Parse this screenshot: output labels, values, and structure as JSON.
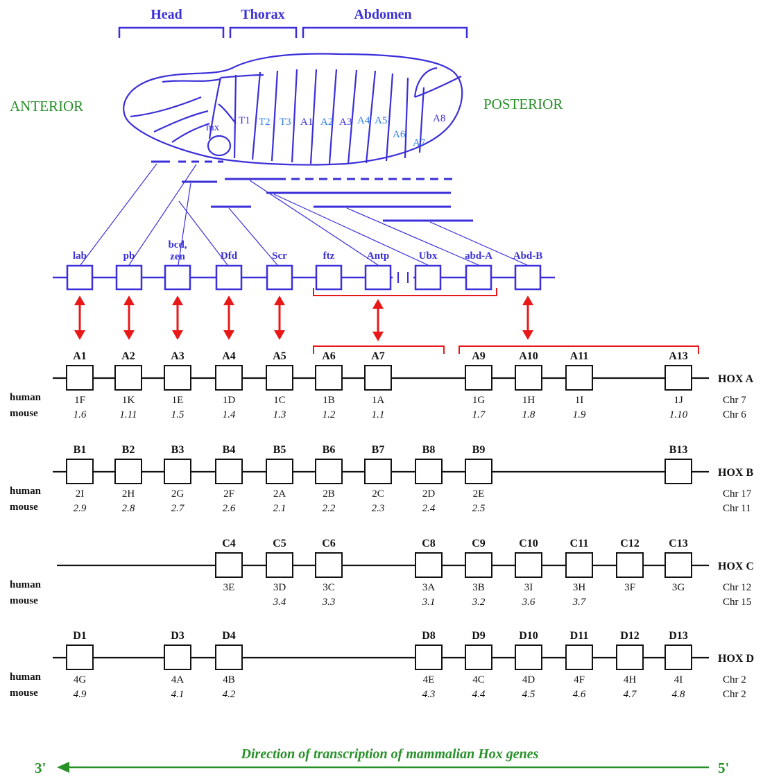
{
  "regions": {
    "head": "Head",
    "thorax": "Thorax",
    "abdomen": "Abdomen"
  },
  "axis": {
    "anterior": "ANTERIOR",
    "posterior": "POSTERIOR"
  },
  "segments": [
    "mx",
    "T1",
    "T2",
    "T3",
    "A1",
    "A2",
    "A3",
    "A4",
    "A5",
    "A6",
    "A7",
    "A8"
  ],
  "fly_genes": [
    "lab",
    "pb",
    "bcd, zen",
    "Dfd",
    "Scr",
    "ftz",
    "Antp",
    "Ubx",
    "abd-A",
    "Abd-B"
  ],
  "clusters": [
    {
      "name": "HOX A",
      "chr_human": "Chr 7",
      "chr_mouse": "Chr 6",
      "genes": [
        {
          "label": "A1",
          "human": "1F",
          "mouse": "1.6"
        },
        {
          "label": "A2",
          "human": "1K",
          "mouse": "1.11"
        },
        {
          "label": "A3",
          "human": "1E",
          "mouse": "1.5"
        },
        {
          "label": "A4",
          "human": "1D",
          "mouse": "1.4"
        },
        {
          "label": "A5",
          "human": "1C",
          "mouse": "1.3"
        },
        {
          "label": "A6",
          "human": "1B",
          "mouse": "1.2"
        },
        {
          "label": "A7",
          "human": "1A",
          "mouse": "1.1"
        },
        {
          "label": "A9",
          "human": "1G",
          "mouse": "1.7"
        },
        {
          "label": "A10",
          "human": "1H",
          "mouse": "1.8"
        },
        {
          "label": "A11",
          "human": "1I",
          "mouse": "1.9"
        },
        {
          "label": "A13",
          "human": "1J",
          "mouse": "1.10"
        }
      ]
    },
    {
      "name": "HOX B",
      "chr_human": "Chr 17",
      "chr_mouse": "Chr 11",
      "genes": [
        {
          "label": "B1",
          "human": "2I",
          "mouse": "2.9"
        },
        {
          "label": "B2",
          "human": "2H",
          "mouse": "2.8"
        },
        {
          "label": "B3",
          "human": "2G",
          "mouse": "2.7"
        },
        {
          "label": "B4",
          "human": "2F",
          "mouse": "2.6"
        },
        {
          "label": "B5",
          "human": "2A",
          "mouse": "2.1"
        },
        {
          "label": "B6",
          "human": "2B",
          "mouse": "2.2"
        },
        {
          "label": "B7",
          "human": "2C",
          "mouse": "2.3"
        },
        {
          "label": "B8",
          "human": "2D",
          "mouse": "2.4"
        },
        {
          "label": "B9",
          "human": "2E",
          "mouse": "2.5"
        },
        {
          "label": "B13",
          "human": "",
          "mouse": ""
        }
      ]
    },
    {
      "name": "HOX C",
      "chr_human": "Chr 12",
      "chr_mouse": "Chr 15",
      "genes": [
        {
          "label": "C4",
          "human": "3E",
          "mouse": ""
        },
        {
          "label": "C5",
          "human": "3D",
          "mouse": "3.4"
        },
        {
          "label": "C6",
          "human": "3C",
          "mouse": "3.3"
        },
        {
          "label": "C8",
          "human": "3A",
          "mouse": "3.1"
        },
        {
          "label": "C9",
          "human": "3B",
          "mouse": "3.2"
        },
        {
          "label": "C10",
          "human": "3I",
          "mouse": "3.6"
        },
        {
          "label": "C11",
          "human": "3H",
          "mouse": "3.7"
        },
        {
          "label": "C12",
          "human": "3F",
          "mouse": ""
        },
        {
          "label": "C13",
          "human": "3G",
          "mouse": ""
        }
      ]
    },
    {
      "name": "HOX D",
      "chr_human": "Chr 2",
      "chr_mouse": "Chr 2",
      "genes": [
        {
          "label": "D1",
          "human": "4G",
          "mouse": "4.9"
        },
        {
          "label": "D3",
          "human": "4A",
          "mouse": "4.1"
        },
        {
          "label": "D4",
          "human": "4B",
          "mouse": "4.2"
        },
        {
          "label": "D8",
          "human": "4E",
          "mouse": "4.3"
        },
        {
          "label": "D9",
          "human": "4C",
          "mouse": "4.4"
        },
        {
          "label": "D10",
          "human": "4D",
          "mouse": "4.5"
        },
        {
          "label": "D11",
          "human": "4F",
          "mouse": "4.6"
        },
        {
          "label": "D12",
          "human": "4H",
          "mouse": "4.7"
        },
        {
          "label": "D13",
          "human": "4I",
          "mouse": "4.8"
        }
      ]
    }
  ],
  "species": {
    "human": "human",
    "mouse": "mouse"
  },
  "transcription": {
    "caption": "Direction of transcription of mammalian Hox genes",
    "end_left": "3'",
    "end_right": "5'"
  },
  "colors": {
    "blue": "#3a2fd8",
    "light_blue": "#2f7de8",
    "red": "#e81818",
    "green": "#279128",
    "black": "#111111"
  }
}
